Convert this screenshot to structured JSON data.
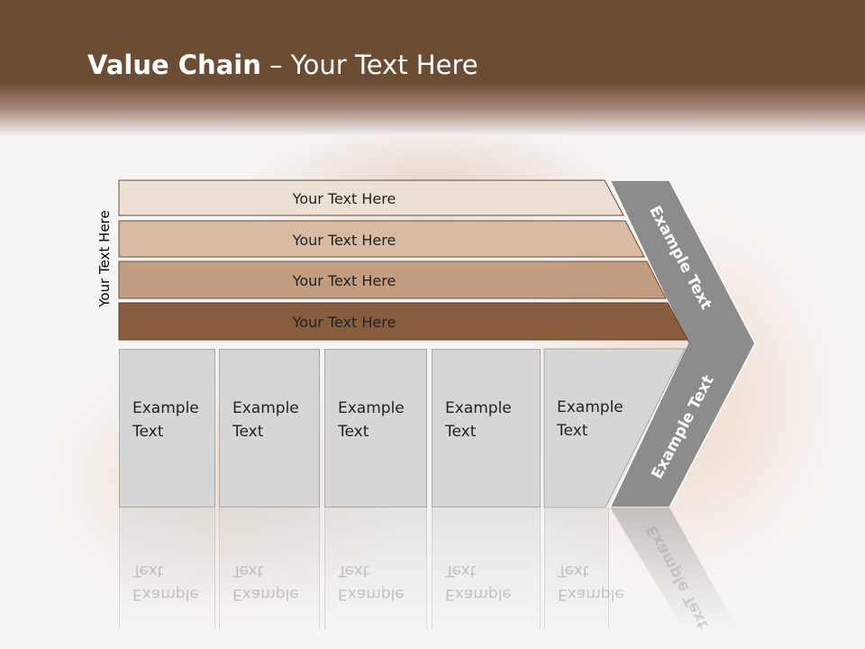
{
  "slide": {
    "title_bold": "Value Chain",
    "title_rest": " – Your Text Here"
  },
  "side_label": "Your Text Here",
  "bars": [
    {
      "label": "Your Text Here"
    },
    {
      "label": "Your Text Here"
    },
    {
      "label": "Your Text Here"
    },
    {
      "label": "Your Text Here"
    }
  ],
  "boxes": [
    {
      "line1": "Example",
      "line2": "Text"
    },
    {
      "line1": "Example",
      "line2": "Text"
    },
    {
      "line1": "Example",
      "line2": "Text"
    },
    {
      "line1": "Example",
      "line2": "Text"
    },
    {
      "line1": "Example",
      "line2": "Text"
    }
  ],
  "chevron": {
    "upper_label": "Example Text",
    "lower_label": "Example Text"
  },
  "colors": {
    "header": "#6d4c34",
    "bar1": "#ebe0d6",
    "bar2": "#d9bba3",
    "bar3": "#c39d7f",
    "bar4": "#875d3e",
    "box": "#d6d6d6",
    "chevron": "#8c8c8c"
  }
}
